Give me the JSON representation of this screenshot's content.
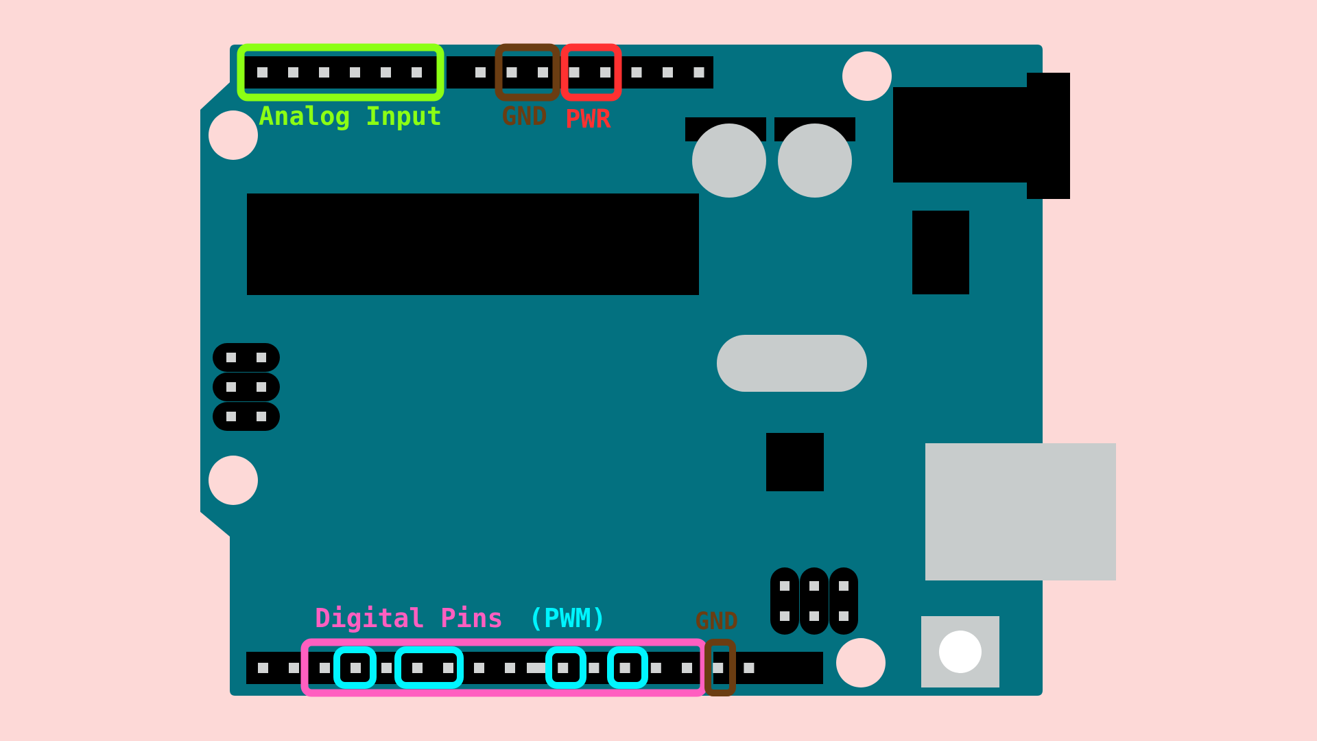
{
  "colors": {
    "background": "#fdd9d7",
    "board": "#037180",
    "header_black": "#000000",
    "pin_light": "#d2d4d4",
    "component_gray": "#c8cccc",
    "analog_accent": "#8cff14",
    "gnd_accent": "#6b3d12",
    "pwr_accent": "#ff3131",
    "digital_accent": "#ff5fc0",
    "pwm_accent": "#00f5ff"
  },
  "labels": {
    "analog_input": "Analog Input",
    "gnd_top": "GND",
    "pwr": "PWR",
    "digital_pins": "Digital Pins",
    "pwm": "(PWM)",
    "gnd_bottom": "GND"
  },
  "pins": {
    "analog_header_count": 6,
    "power_header_count": 8,
    "digital_left_header_count": 10,
    "digital_right_header_count": 8
  }
}
